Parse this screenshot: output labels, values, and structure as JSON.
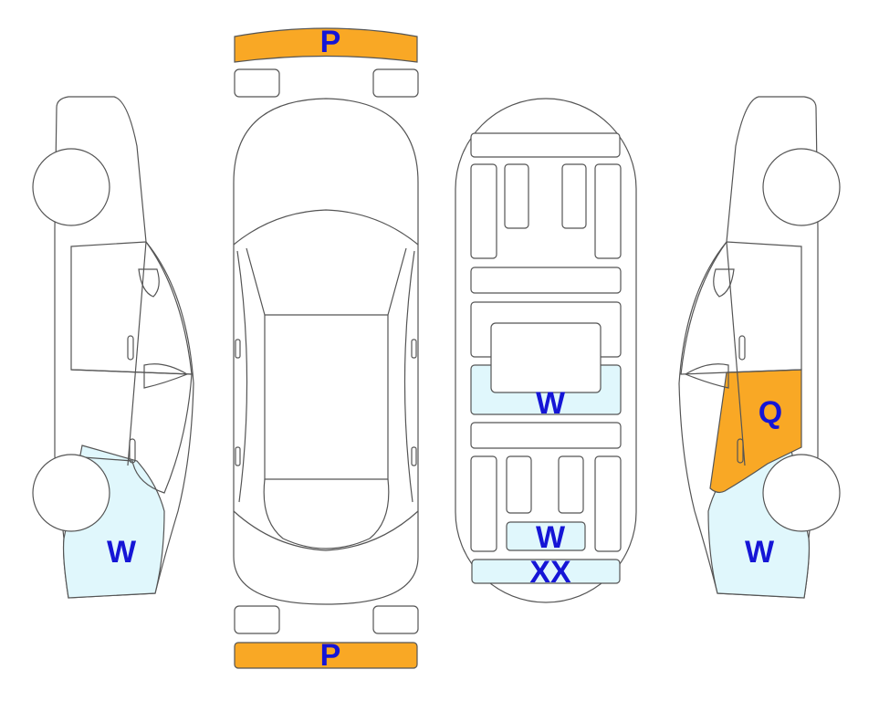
{
  "colors": {
    "outline": "#555555",
    "repair_fill": "#f9a825",
    "scratch_fill": "#e0f7fc",
    "label": "#1515d6"
  },
  "labels": {
    "front_bumper": "P",
    "rear_bumper": "P",
    "left_rear_quarter": "W",
    "roof_center": "W",
    "trunk_lid": "W",
    "rear_panel": "XX",
    "right_rear_door": "Q",
    "right_rear_quarter": "W"
  }
}
